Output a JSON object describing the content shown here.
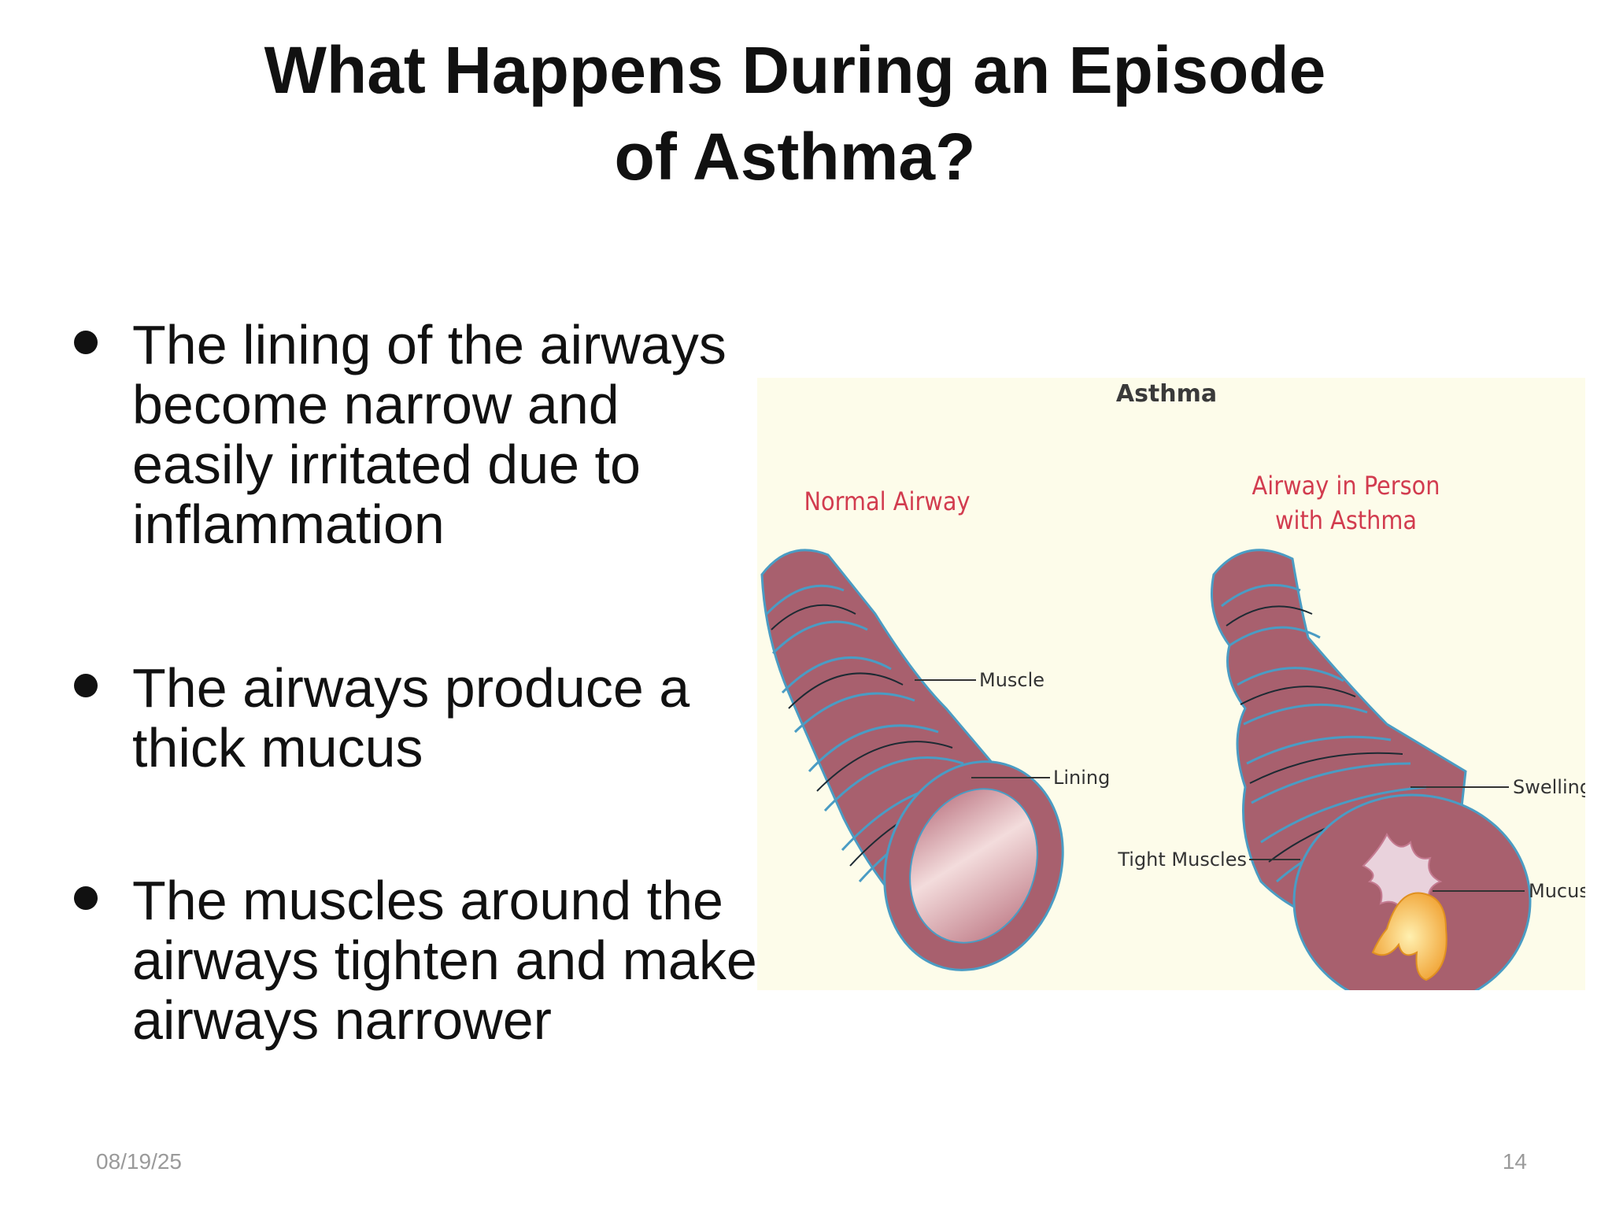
{
  "slide": {
    "title": "What Happens During an Episode of Asthma?",
    "bullets": [
      "The lining of the airways become narrow and easily irritated due to inflammation",
      "The airways produce a thick mucus",
      "The muscles around the airways tighten and make airways narrower"
    ]
  },
  "figure": {
    "title": "Asthma",
    "normal_airway": "Normal Airway",
    "asthma_airway_line1": "Airway in Person",
    "asthma_airway_line2": "with Asthma",
    "labels": {
      "muscle": "Muscle",
      "lining": "Lining",
      "tight_muscles": "Tight Muscles",
      "swelling": "Swelling",
      "mucus": "Mucus"
    },
    "colors": {
      "background": "#fdfcea",
      "airway_tissue": "#a8606e",
      "muscle_band": "#4a9cc4",
      "label_red": "#d23c4f",
      "mucus": "#f0a830"
    }
  },
  "footer": {
    "date": "08/19/25",
    "page": "14"
  }
}
